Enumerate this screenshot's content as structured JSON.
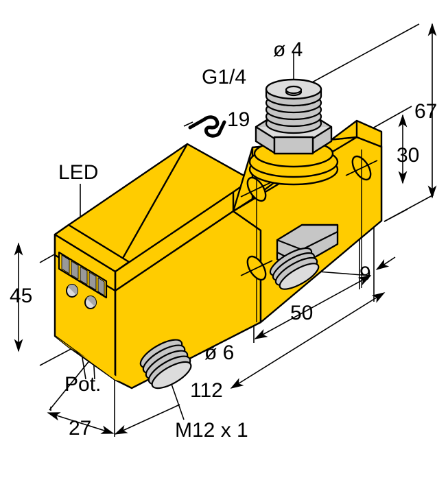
{
  "drawing": {
    "type": "isometric-dimension-drawing",
    "subject": "inline flow sensor with G1/4 process connection",
    "colors": {
      "body_yellow": "#FFCC00",
      "metal_gray": "#C6C6C6",
      "metal_gray_dark": "#A9A9A9",
      "metal_gray_light": "#DCDCDC",
      "line_black": "#000000",
      "display_gray": "#999999",
      "background": "#FFFFFF"
    }
  },
  "labels": {
    "led": "LED",
    "pot": "Pot.",
    "thread_process": "G1/4",
    "bore_top": "ø 4",
    "wrench_size": "19",
    "bore_mount": "ø 6",
    "connector_bottom": "M12 x 1"
  },
  "dimensions": {
    "height_total": "67",
    "height_body": "30",
    "offset_right": "9",
    "length_mount": "50",
    "length_total": "112",
    "height_front": "45",
    "width_front": "27"
  },
  "icons": {
    "wrench": "wrench-icon",
    "diameter_symbol": "ø"
  },
  "chart_data": {
    "type": "table",
    "title": "Dimensional callouts (mm)",
    "categories": [
      "67",
      "30",
      "9",
      "50",
      "112",
      "45",
      "27",
      "ø 4",
      "ø 6"
    ],
    "values": [
      67,
      30,
      9,
      50,
      112,
      45,
      27,
      4,
      6
    ]
  }
}
